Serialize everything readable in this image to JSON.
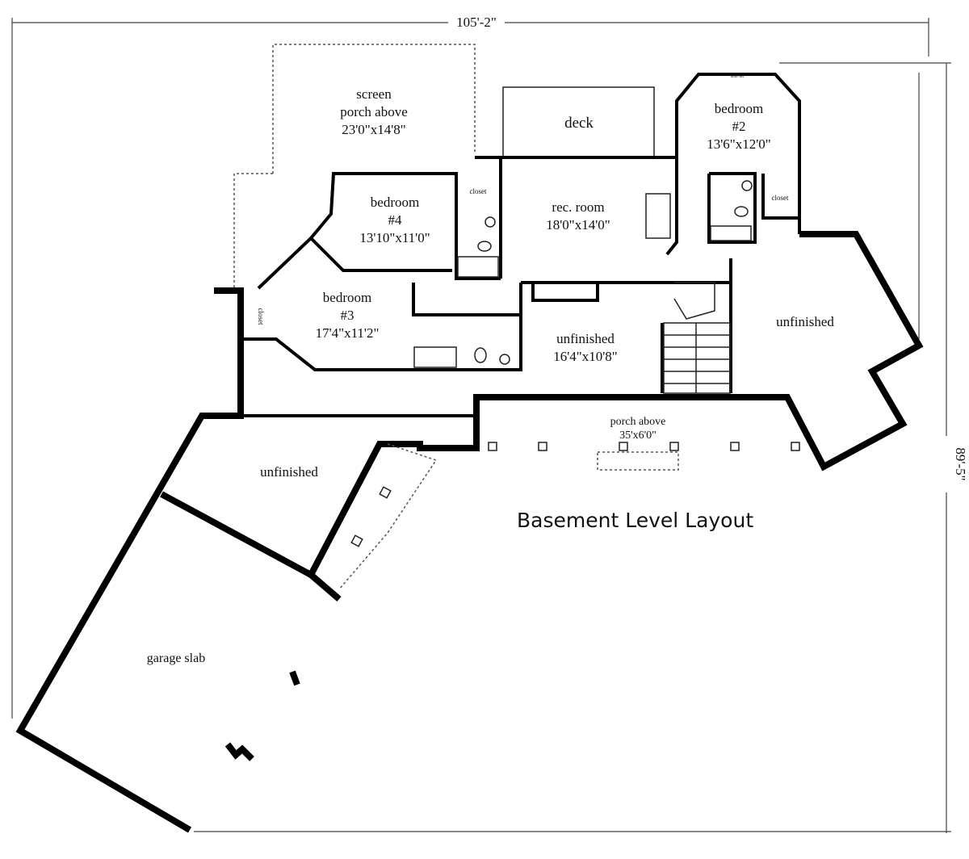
{
  "title": "Basement Level Layout",
  "dimensions": {
    "width": "105'-2\"",
    "depth": "89'-5\""
  },
  "rooms": {
    "screen_porch": {
      "l1": "screen",
      "l2": "porch above",
      "size": "23'0\"x14'8\""
    },
    "deck": {
      "name": "deck"
    },
    "bedroom2": {
      "l1": "bedroom",
      "l2": "#2",
      "size": "13'6\"x12'0\"",
      "builtins": "built-ins",
      "closet": "closet"
    },
    "bedroom4": {
      "l1": "bedroom",
      "l2": "#4",
      "size": "13'10\"x11'0\"",
      "closet": "closet"
    },
    "rec_room": {
      "name": "rec. room",
      "size": "18'0\"x14'0\""
    },
    "bedroom3": {
      "l1": "bedroom",
      "l2": "#3",
      "size": "17'4\"x11'2\"",
      "closet": "closet"
    },
    "unfinished_center": {
      "name": "unfinished",
      "size": "16'4\"x10'8\""
    },
    "unfinished_right": {
      "name": "unfinished"
    },
    "unfinished_left": {
      "name": "unfinished"
    },
    "porch_above": {
      "name": "porch above",
      "size": "35'x6'0\""
    },
    "garage": {
      "name": "garage slab"
    }
  }
}
